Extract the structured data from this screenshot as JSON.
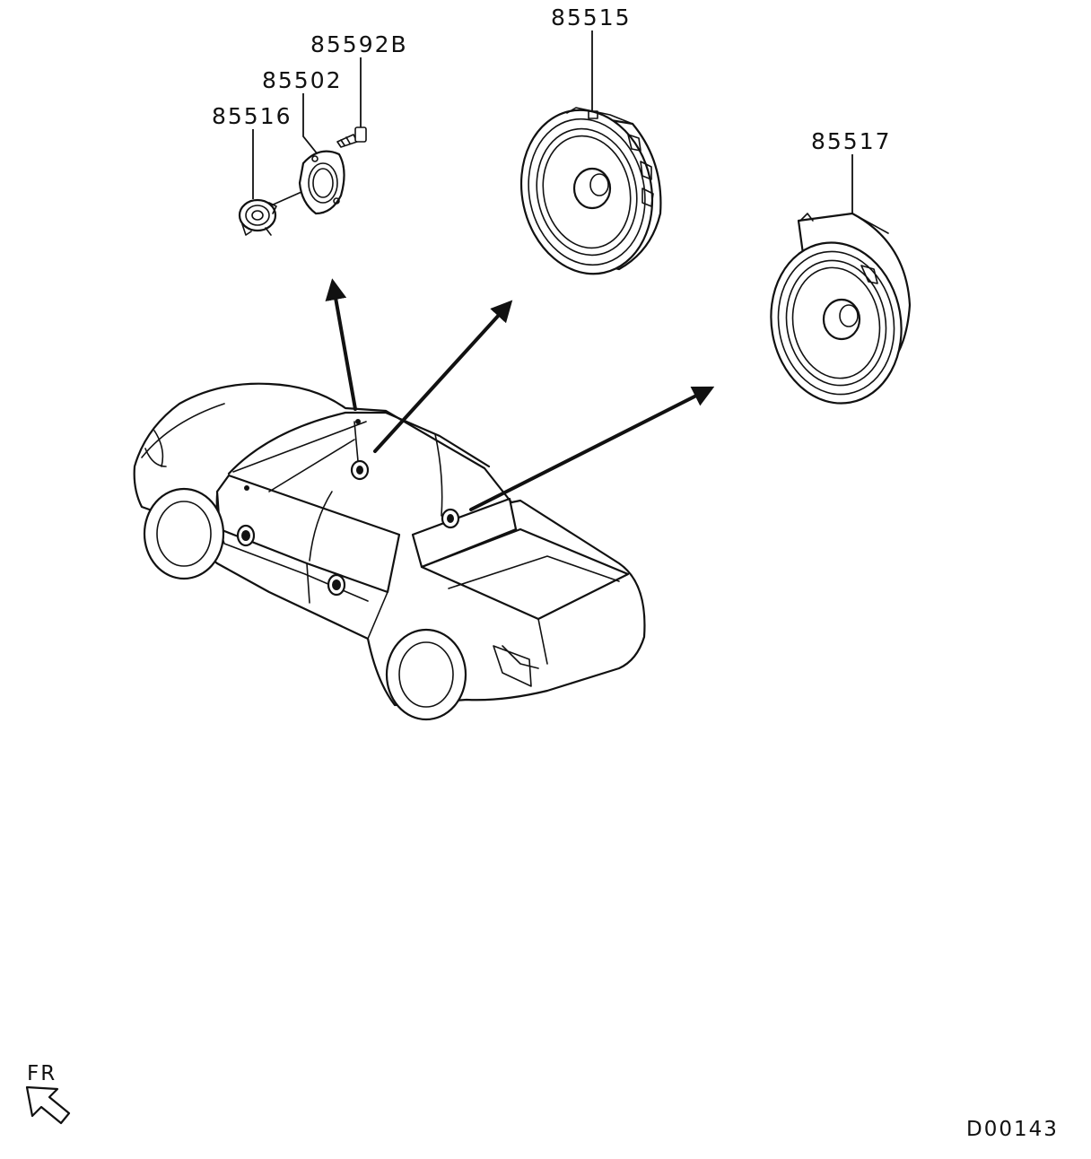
{
  "diagram": {
    "parts": [
      {
        "id": "85592B"
      },
      {
        "id": "85502"
      },
      {
        "id": "85516"
      },
      {
        "id": "85515"
      },
      {
        "id": "85517"
      }
    ],
    "direction_label": "FR",
    "drawing_code": "D00143"
  }
}
